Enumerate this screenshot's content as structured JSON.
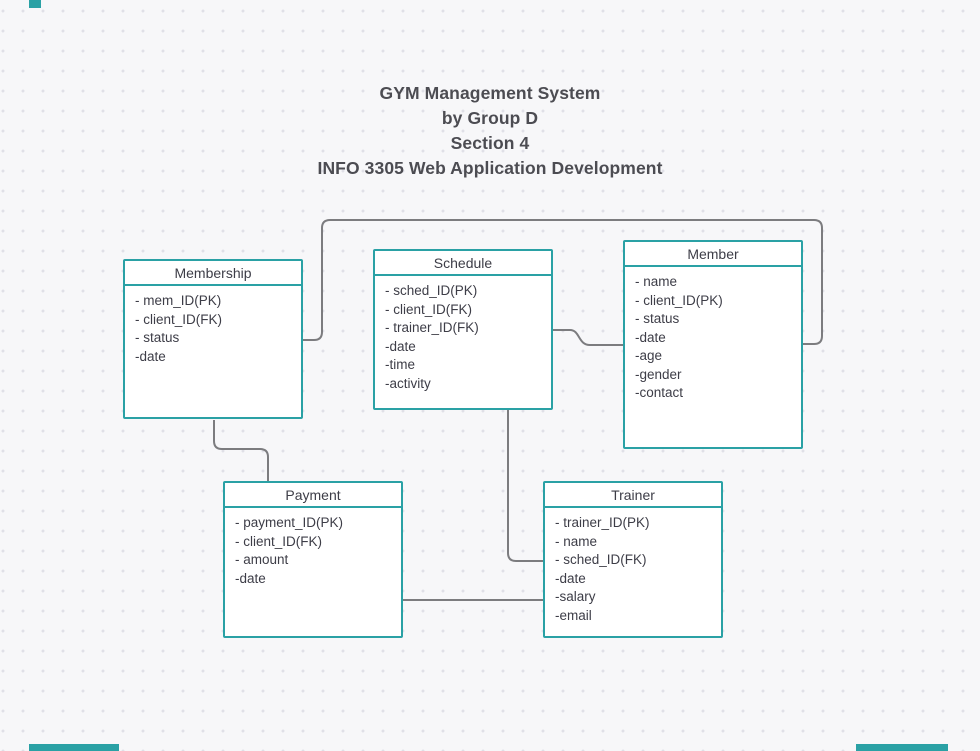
{
  "title": {
    "lines": [
      "GYM Management System",
      "by Group D",
      "Section 4",
      "INFO 3305 Web Application Development"
    ]
  },
  "entities": [
    {
      "name": "Membership",
      "fields": [
        "- mem_ID(PK)",
        "- client_ID(FK)",
        "- status",
        "-date"
      ]
    },
    {
      "name": "Schedule",
      "fields": [
        "- sched_ID(PK)",
        "- client_ID(FK)",
        "- trainer_ID(FK)",
        "-date",
        "-time",
        "-activity"
      ]
    },
    {
      "name": "Member",
      "fields": [
        "- name",
        "- client_ID(PK)",
        "- status",
        "-date",
        "-age",
        "-gender",
        "-contact"
      ]
    },
    {
      "name": "Payment",
      "fields": [
        "- payment_ID(PK)",
        "- client_ID(FK)",
        "- amount",
        "-date"
      ]
    },
    {
      "name": "Trainer",
      "fields": [
        "- trainer_ID(PK)",
        "- name",
        "- sched_ID(FK)",
        "-date",
        "-salary",
        "-email"
      ]
    }
  ],
  "connections": [
    {
      "from": "Membership",
      "to": "Member"
    },
    {
      "from": "Schedule",
      "to": "Member"
    },
    {
      "from": "Membership",
      "to": "Payment"
    },
    {
      "from": "Schedule",
      "to": "Trainer"
    },
    {
      "from": "Payment",
      "to": "Trainer"
    }
  ],
  "colors": {
    "entity_border": "#2aa1a5",
    "connector": "#7c7c7f",
    "background": "#f7f7f9",
    "grid_dot": "#e0e0e7",
    "entity_text": "#3d3d47",
    "title_text": "#4c4c52"
  }
}
